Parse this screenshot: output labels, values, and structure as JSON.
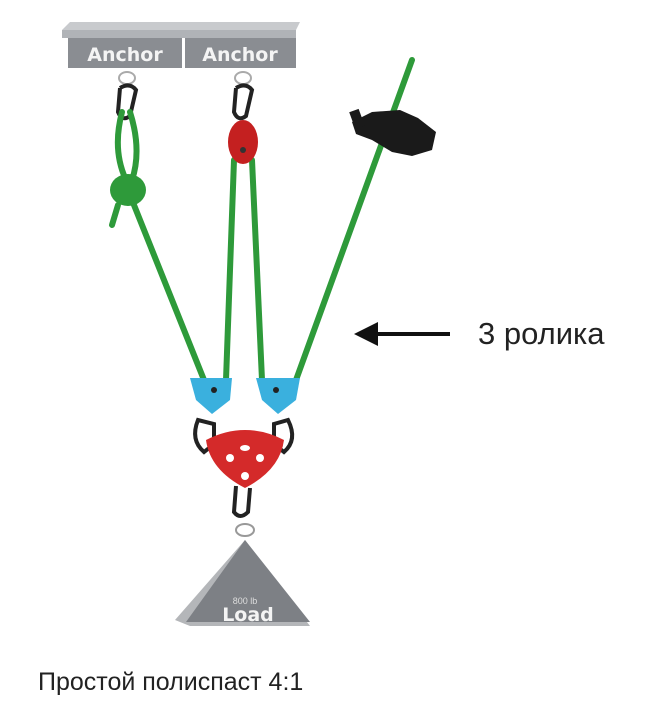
{
  "anchors": [
    "Anchor",
    "Anchor"
  ],
  "load": {
    "weight": "800 lb",
    "label": "Load"
  },
  "annotation": "3 ролика",
  "caption": "Простой полиспаст 4:1",
  "colors": {
    "rope": "#2e9a3a",
    "pulley_red": "#c42020",
    "pulley_blue": "#3ab0de",
    "beam": "#8a8d92"
  }
}
